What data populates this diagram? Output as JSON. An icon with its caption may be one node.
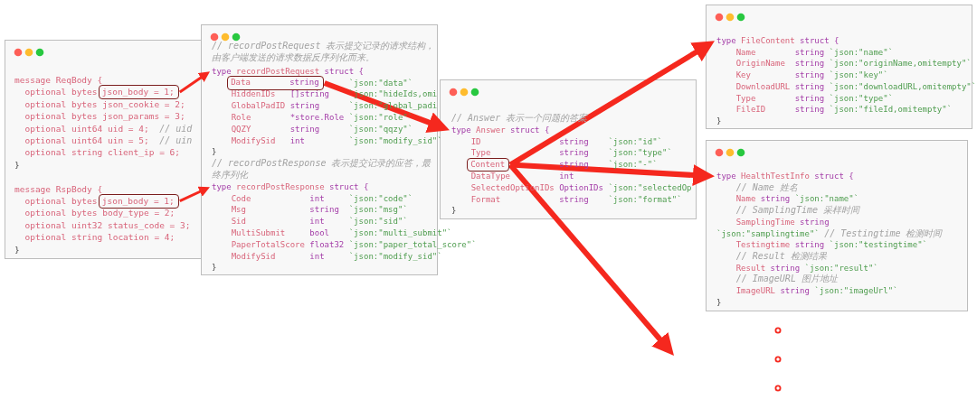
{
  "diagram": {
    "nodes": [
      {
        "text": [
          "message ReqBody {",
          "optional bytes",
          "optional bytes json_cookie = 2;",
          "optional bytes json_params = 3;",
          "optional uint64 uid = 4;",
          "// uid",
          "optional uint64 uin = 5;",
          "// uin",
          "optional string client_ip = 6;",
          "}",
          "message RspBody {",
          "optional bytes",
          "optional bytes body_type = 2;",
          "optional uint32 status_code = 3;",
          "optional string location = 4;",
          "}"
        ]
      },
      {
        "text": [
          "json_body = 1;"
        ],
        "in": 0
      },
      {
        "text": [
          "json_body = 1;"
        ],
        "in": 0
      },
      {
        "text": [
          "// recordPostRequest 表示提交记录的请求结构，由客户端发送的请求数据反序列化而来。",
          "`json:\"data\"`",
          "HiddenIDs",
          "[]string",
          "`json:\"hideIds,omi",
          "GlobalPadID",
          "string",
          "`json:\"global_padi",
          "Role",
          "*store.Role",
          "`json:\"role\"`",
          "QQZY",
          "string",
          "`json:\"qqzy\"`",
          "ModifySid",
          "int",
          "`json:\"modify_sid\"`",
          "}",
          "// recordPostResponse 表示提交记录的应答，最终序列化",
          "Code",
          "int",
          "`json:\"code\"`",
          "Msg",
          "string",
          "`json:\"msg\"`",
          "Sid",
          "int",
          "`json:\"sid\"`",
          "MultiSubmit",
          "bool",
          "`json:\"multi_submit\"`",
          "PaperTotalScore",
          "float32",
          "`json:\"paper_total_score\"`",
          "ModifySid",
          "int",
          "`json:\"modify_sid\"`",
          "}"
        ]
      },
      {
        "text": [
          "type",
          "recordPostRequest",
          "struct {"
        ],
        "in": 3
      },
      {
        "text": [
          "Data",
          "string"
        ],
        "in": 3
      },
      {
        "text": [
          "type",
          "recordPostResponse",
          "struct {"
        ],
        "in": 3
      },
      {
        "text": [
          "// Answer 表示一个问题的答案",
          "ID",
          "string",
          "`json:\"id\"`",
          "Type",
          "string",
          "`json:\"type\"`",
          "string",
          "`json:\"-\"`",
          "DataType",
          "int",
          "SelectedOptionIDs",
          "OptionIDs",
          "`json:\"selectedOp",
          "Format",
          "string",
          "`json:\"format\"`",
          "}"
        ]
      },
      {
        "text": [
          "type",
          "Answer",
          "struct {"
        ],
        "in": 7
      },
      {
        "text": [
          "Content"
        ],
        "in": 7
      },
      {
        "text": [
          "Name",
          "string",
          "`json:\"name\"`",
          "OriginName",
          "string",
          "`json:\"originName,omitempty\"`",
          "Key",
          "string",
          "`json:\"key\"`",
          "DownloadURL",
          "string",
          "`json:\"downloadURL,omitempty\"`",
          "Type",
          "string",
          "`json:\"type\"`",
          "FileID",
          "string",
          "`json:\"fileId,omitempty\"`",
          "}"
        ]
      },
      {
        "text": [
          "type",
          "FileContent",
          "struct {"
        ],
        "in": 10
      },
      {
        "text": [
          "// Name 姓名",
          "Name",
          "string",
          "`json:\"name\"`",
          "// SamplingTime 采样时间",
          "SamplingTime",
          "string",
          "`json:\"samplingtime\"`",
          "// Testingtime 检测时间",
          "Testingtime",
          "string",
          "`json:\"testingtime\"`",
          "// Result 检测结果",
          "Result",
          "string",
          "`json:\"result\"`",
          "// ImageURL 图片地址",
          "ImageURL",
          "string",
          "`json:\"imageUrl\"`",
          "}"
        ]
      },
      {
        "text": [
          "type",
          "HealthTestInfo",
          "struct {"
        ],
        "in": 12
      }
    ],
    "edges": [
      {
        "from": 1,
        "to": 4,
        "arrow": "to"
      },
      {
        "from": 2,
        "to": 6,
        "arrow": "to"
      },
      {
        "from": 5,
        "to": 8,
        "arrow": "to"
      },
      {
        "from": 9,
        "to": 11,
        "arrow": "to"
      },
      {
        "from": 9,
        "to": 13,
        "arrow": "to"
      },
      {
        "from": 9,
        "to": null,
        "arrow": "to"
      }
    ]
  }
}
